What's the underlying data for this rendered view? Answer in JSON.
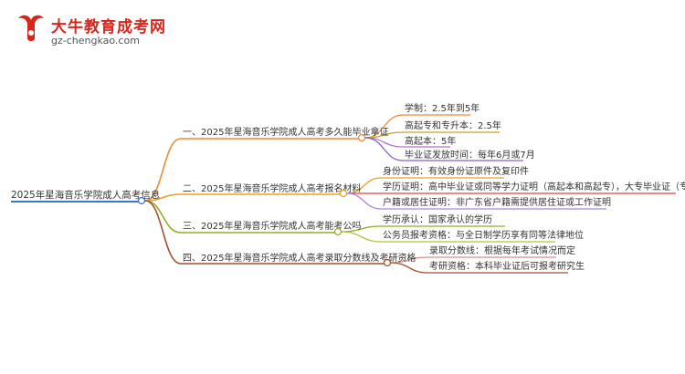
{
  "site": {
    "title": "大牛教育成考网",
    "url": "gz-chengkao.com"
  },
  "root": {
    "label": "2025年星海音乐学院成人高考信息"
  },
  "branches": [
    {
      "label": "一、2025年星海音乐学院成人高考多久能毕业拿证",
      "color": "#f08c32",
      "items": [
        "学制：2.5年到5年",
        "高起专和专升本：2.5年",
        "高起本：5年",
        "毕业证发放时间：每年6月或7月"
      ]
    },
    {
      "label": "二、2025年星海音乐学院成人高考报名材料",
      "color": "#e8a320",
      "items": [
        "身份证明：有效身份证原件及复印件",
        "学历证明：高中毕业证或同等学力证明（高起本和高起专），大专毕业证（专升本）",
        "户籍或居住证明：非广东省户籍需提供居住证或工作证明"
      ]
    },
    {
      "label": "三、2025年星海音乐学院成人高考能考公吗",
      "color": "#9aaa2a",
      "items": [
        "学历承认：国家承认的学历",
        "公务员报考资格：与全日制学历享有同等法律地位"
      ]
    },
    {
      "label": "四、2025年星海音乐学院成人高考录取分数线及考研资格",
      "color": "#a0522d",
      "items": [
        "录取分数线：根据每年考试情况而定",
        "考研资格：本科毕业证后可报考研究生"
      ]
    }
  ],
  "colors": {
    "root_line": "#3a78c8",
    "leaf_lines": [
      "#f08c32",
      "#c9a227",
      "#b86fc7",
      "#8a5fc0",
      "#e8a320",
      "#d64545",
      "#a889d6",
      "#9aaa2a",
      "#b7c23a",
      "#d98f8f",
      "#a0522d"
    ]
  }
}
